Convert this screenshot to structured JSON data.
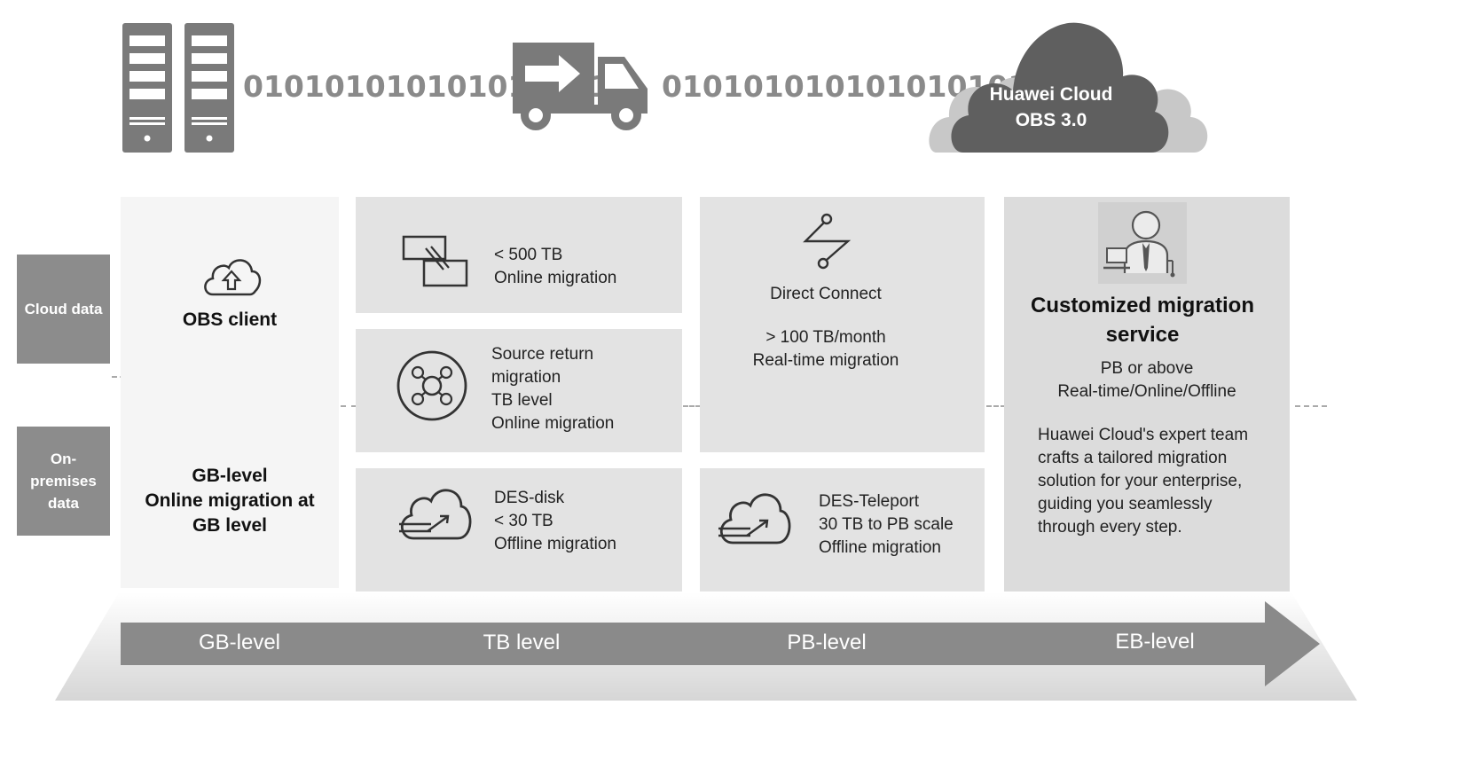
{
  "top": {
    "binary_left": "0101010101010101010",
    "binary_right": "0101010101010101010",
    "cloud_line1": "Huawei Cloud",
    "cloud_line2": "OBS 3.0"
  },
  "side": {
    "cloud_data": "Cloud data",
    "on_prem_line1": "On-",
    "on_prem_line2": "premises",
    "on_prem_line3": "data"
  },
  "obs_client": {
    "title": "OBS client",
    "gb_line1": "GB-level",
    "gb_line2": "Online migration at",
    "gb_line3": "GB level"
  },
  "tb_col": {
    "online": {
      "line1": "< 500 TB",
      "line2": "Online migration"
    },
    "source": {
      "line1": "Source return",
      "line2": "migration",
      "line3": "TB level",
      "line4": "Online migration"
    },
    "des_disk": {
      "line1": "DES-disk",
      "line2": "< 30 TB",
      "line3": "Offline migration"
    }
  },
  "pb_col": {
    "direct": {
      "title": "Direct Connect",
      "line1": "> 100 TB/month",
      "line2": "Real-time migration"
    },
    "teleport": {
      "line1": "DES-Teleport",
      "line2": "30 TB to PB scale",
      "line3": "Offline migration"
    }
  },
  "custom": {
    "title_line1": "Customized migration",
    "title_line2": "service",
    "sub_line1": "PB or above",
    "sub_line2": "Real-time/Online/Offline",
    "desc": [
      "Huawei Cloud's expert team",
      "crafts a tailored migration",
      "solution for your enterprise,",
      "guiding you seamlessly",
      "through every step."
    ]
  },
  "levels": [
    "GB-level",
    "TB level",
    "PB-level",
    "EB-level"
  ],
  "colors": {
    "arrow": "#8a8a8a",
    "panel": "#e3e3e3",
    "cloud": "#5f5f5f"
  }
}
